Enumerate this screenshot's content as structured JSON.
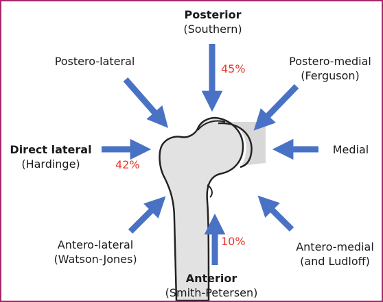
{
  "approaches": {
    "posterior": {
      "name": "Posterior",
      "eponym": "(Southern)",
      "percent": "45%"
    },
    "postero_lateral": {
      "name": "Postero-lateral"
    },
    "postero_medial": {
      "name": "Postero-medial",
      "eponym": "(Ferguson)"
    },
    "direct_lateral": {
      "name": "Direct lateral",
      "eponym": "(Hardinge)",
      "percent": "42%"
    },
    "medial": {
      "name": "Medial"
    },
    "antero_lateral": {
      "name": "Antero-lateral",
      "eponym": "(Watson-Jones)"
    },
    "antero_medial": {
      "name": "Antero-medial",
      "eponym": "(and Ludloff)"
    },
    "anterior": {
      "name": "Anterior",
      "eponym": "(Smith-Petersen)",
      "percent": "10%"
    }
  },
  "colors": {
    "arrow": "#4a72c4",
    "percent": "#e8352a",
    "border": "#a4276a",
    "bone_fill": "#e2e2e2",
    "pelvis_fill": "#d8d8d8",
    "outline": "#222222"
  }
}
